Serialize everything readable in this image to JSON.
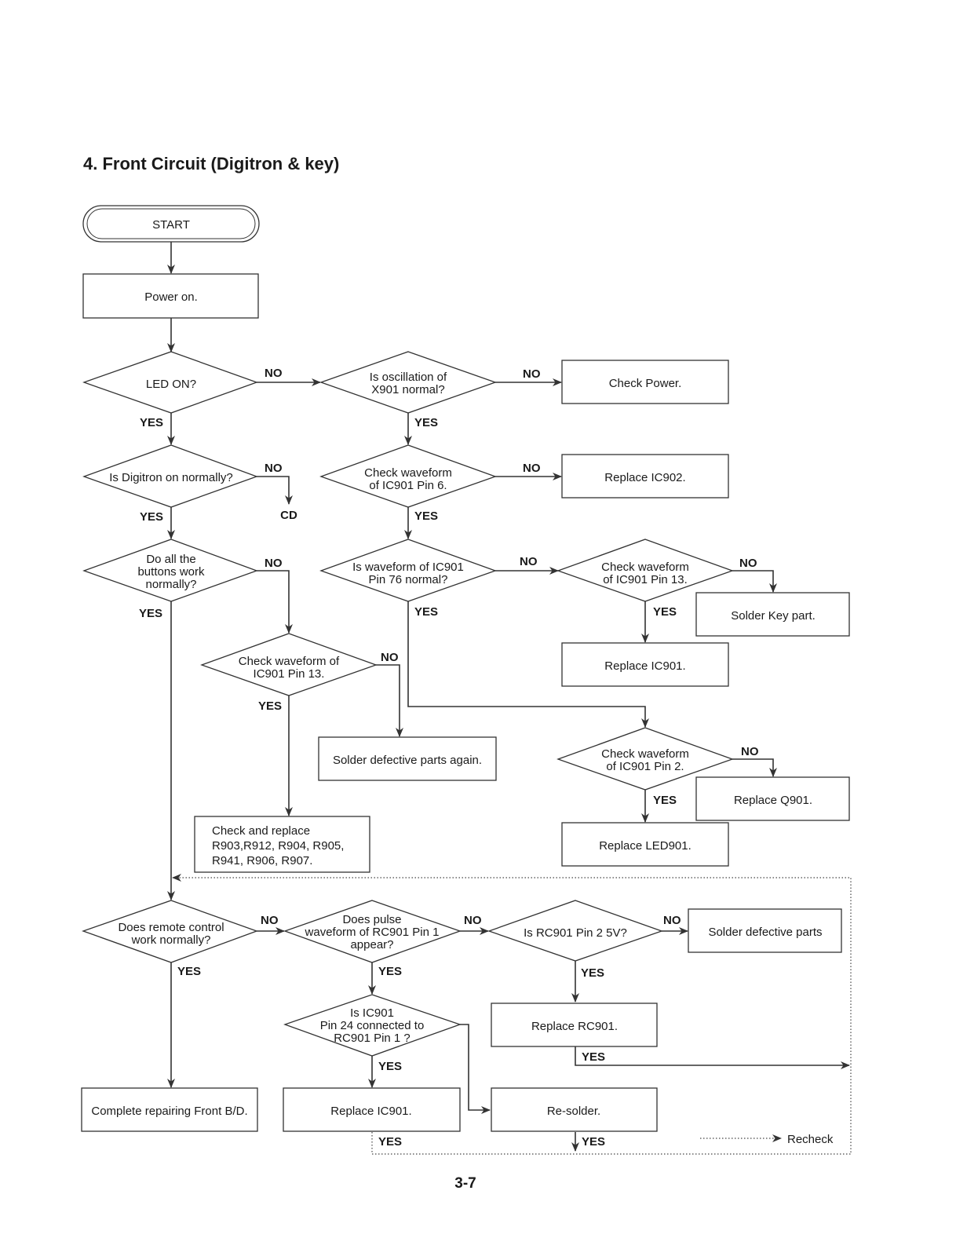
{
  "page_title": "4. Front Circuit (Digitron & key)",
  "page_number": "3-7",
  "legend": {
    "label": "Recheck"
  },
  "nodes": {
    "start": "START",
    "power_on": "Power on.",
    "led_on": "LED ON?",
    "oscillation": [
      "Is oscillation of",
      "X901 normal?"
    ],
    "check_power": "Check Power.",
    "digitron": "Is Digitron on normally?",
    "cd": "CD",
    "waveform_pin6": [
      "Check waveform",
      "of IC901 Pin 6."
    ],
    "replace_ic902": "Replace IC902.",
    "buttons": [
      "Do all the",
      "buttons work",
      "normally?"
    ],
    "waveform_pin76": [
      "Is waveform of IC901",
      "Pin 76 normal?"
    ],
    "waveform_pin13_right": [
      "Check waveform",
      "of IC901 Pin 13."
    ],
    "solder_key": "Solder Key part.",
    "replace_ic901_top": "Replace IC901.",
    "waveform_pin13_left": [
      "Check waveform of",
      "IC901 Pin 13."
    ],
    "solder_again": "Solder defective parts again.",
    "waveform_pin2": [
      "Check waveform",
      "of IC901 Pin 2."
    ],
    "replace_q901": "Replace Q901.",
    "check_replace": [
      "Check and replace",
      "R903,R912, R904, R905,",
      "R941, R906, R907."
    ],
    "replace_led901": "Replace LED901.",
    "remote": [
      "Does remote control",
      "work normally?"
    ],
    "pulse": [
      "Does pulse",
      "waveform of RC901 Pin 1",
      "appear?"
    ],
    "rc901_5v": "Is RC901 Pin 2   5V?",
    "solder_defective": "Solder defective parts",
    "ic901_connected": [
      "Is IC901",
      "Pin 24 connected to",
      "RC901 Pin 1 ?"
    ],
    "replace_rc901": "Replace RC901.",
    "complete": "Complete repairing Front B/D.",
    "replace_ic901_bottom": "Replace IC901.",
    "resolder": "Re-solder."
  },
  "edge_labels": {
    "yes": "YES",
    "no": "NO"
  }
}
